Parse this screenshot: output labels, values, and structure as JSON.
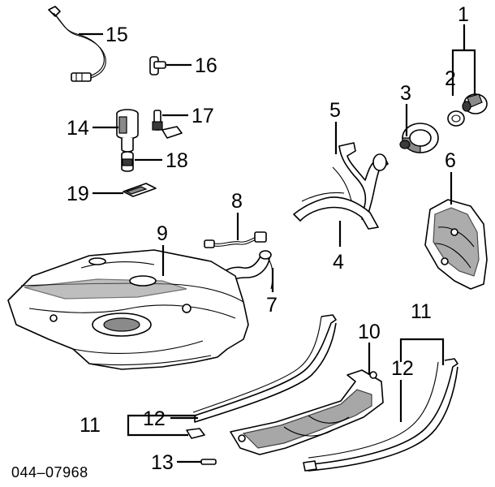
{
  "diagram": {
    "reference_number": "044–07968",
    "callouts": {
      "c1": "1",
      "c2": "2",
      "c3": "3",
      "c4": "4",
      "c5": "5",
      "c6": "6",
      "c7": "7",
      "c8": "8",
      "c9": "9",
      "c10": "10",
      "c11a": "11",
      "c11b": "11",
      "c12a": "12",
      "c12b": "12",
      "c13": "13",
      "c14": "14",
      "c15": "15",
      "c16": "16",
      "c17": "17",
      "c18": "18",
      "c19": "19"
    }
  }
}
